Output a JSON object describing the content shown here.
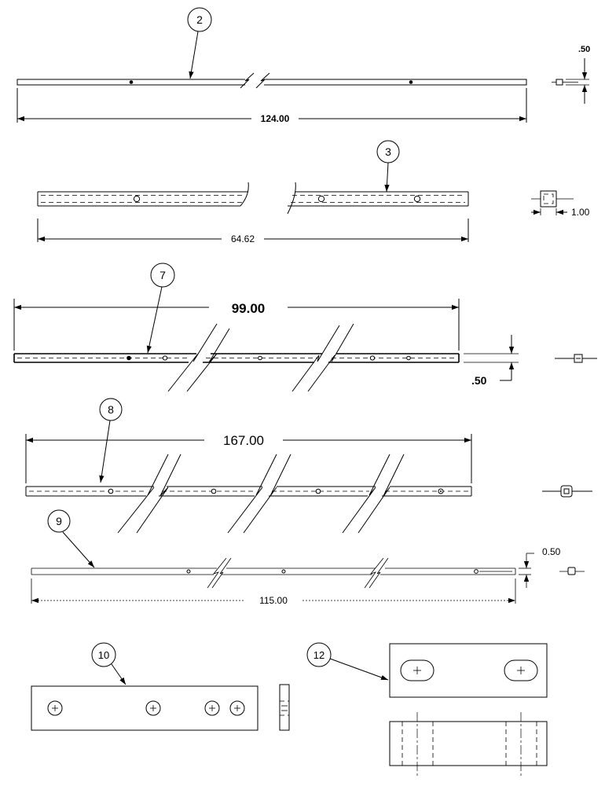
{
  "parts": [
    {
      "balloon": "2",
      "length": "124.00",
      "section_dim": ".50"
    },
    {
      "balloon": "3",
      "length": "64.62",
      "section_dim": "1.00"
    },
    {
      "balloon": "7",
      "length": "99.00",
      "section_dim": ".50"
    },
    {
      "balloon": "8",
      "length": "167.00"
    },
    {
      "balloon": "9",
      "length": "115.00",
      "section_dim": "0.50"
    },
    {
      "balloon": "10"
    },
    {
      "balloon": "12"
    }
  ]
}
